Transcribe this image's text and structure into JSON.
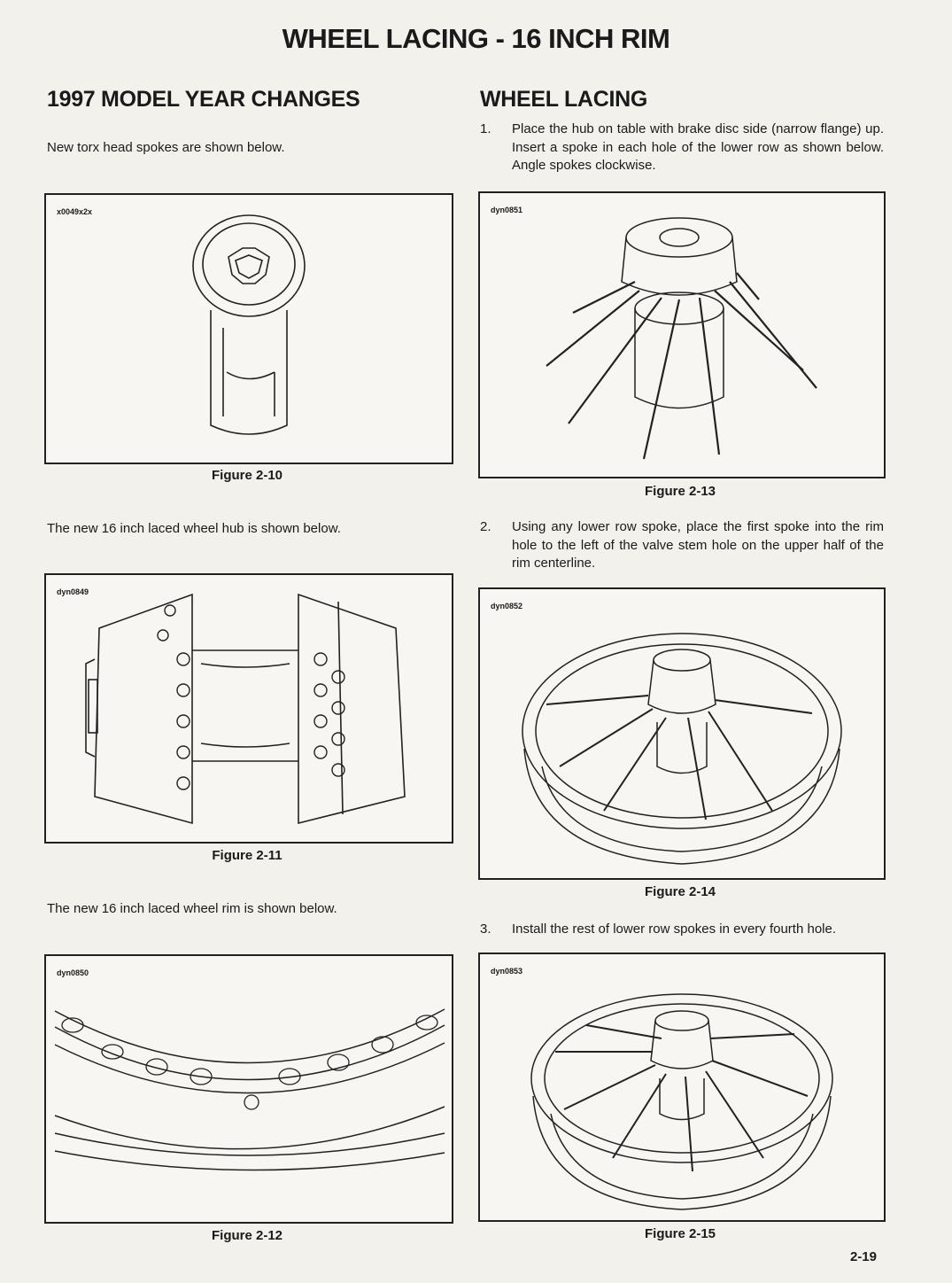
{
  "page_title": "WHEEL LACING - 16 INCH RIM",
  "left": {
    "heading": "1997 MODEL YEAR CHANGES",
    "intro": "New torx head spokes are shown below.",
    "fig10": {
      "id": "x0049x2x",
      "caption": "Figure 2-10"
    },
    "hub_text": "The new 16 inch laced wheel hub is shown below.",
    "fig11": {
      "id": "dyn0849",
      "caption": "Figure 2-11"
    },
    "rim_text": "The new 16 inch laced wheel rim is shown below.",
    "fig12": {
      "id": "dyn0850",
      "caption": "Figure 2-12"
    }
  },
  "right": {
    "heading": "WHEEL LACING",
    "step1": {
      "num": "1.",
      "text": "Place the hub on table with brake disc side (narrow flange) up. Insert a spoke in each hole of the lower row as shown below. Angle spokes clockwise."
    },
    "fig13": {
      "id": "dyn0851",
      "caption": "Figure 2-13"
    },
    "step2": {
      "num": "2.",
      "text": "Using any lower row spoke, place the first spoke into the rim hole to the left of the valve stem hole on the upper half of the rim centerline."
    },
    "fig14": {
      "id": "dyn0852",
      "caption": "Figure 2-14"
    },
    "step3": {
      "num": "3.",
      "text": "Install the rest of lower row spokes in every fourth hole."
    },
    "fig15": {
      "id": "dyn0853",
      "caption": "Figure 2-15"
    }
  },
  "page_number": "2-19"
}
